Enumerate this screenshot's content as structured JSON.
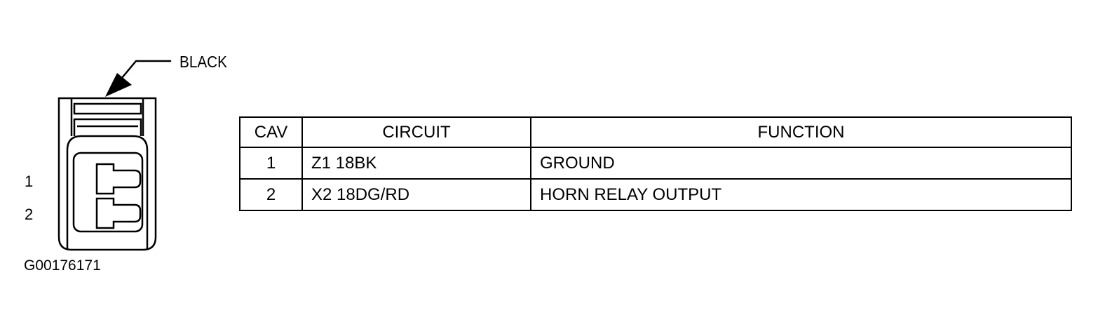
{
  "connector": {
    "color_label": "BLACK",
    "cavity_numbers": [
      "1",
      "2"
    ],
    "figure_id": "G00176171"
  },
  "pin_table": {
    "headers": {
      "cav": "CAV",
      "circuit": "CIRCUIT",
      "function": "FUNCTION"
    },
    "rows": [
      {
        "cav": "1",
        "circuit": "Z1 18BK",
        "function": "GROUND"
      },
      {
        "cav": "2",
        "circuit": "X2 18DG/RD",
        "function": "HORN RELAY OUTPUT"
      }
    ]
  }
}
